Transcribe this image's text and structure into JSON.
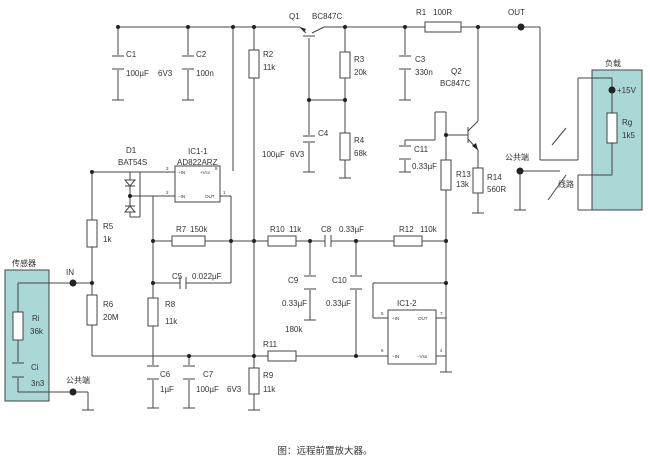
{
  "labels": {
    "q1": "Q1",
    "q1_type": "BC847C",
    "r1": "R1",
    "r1_val": "100R",
    "out": "OUT",
    "c1": "C1",
    "c1_val": "100µF",
    "c1_rating": "6V3",
    "c2": "C2",
    "c2_val": "100n",
    "r2": "R2",
    "r2_val": "11k",
    "r3": "R3",
    "r3_val": "20k",
    "c3": "C3",
    "c3_val": "330n",
    "q2": "Q2",
    "q2_type": "BC847C",
    "load_title": "负载",
    "supply": "+15V",
    "rg": "Rg",
    "rg_val": "1k5",
    "d1": "D1",
    "d1_type": "BAT54S",
    "ic1": "IC1-1",
    "ic1_type": "AD822ARZ",
    "c4": "C4",
    "c4_val": "100µF",
    "c4_rating": "6V3",
    "r4": "R4",
    "r4_val": "68k",
    "c11": "C11",
    "c11_val": "0.33µF",
    "r13": "R13",
    "r13_val": "13k",
    "r14": "R14",
    "r14_val": "560R",
    "common_right": "公共端",
    "line": "线路",
    "r5": "R5",
    "r5_val": "1k",
    "r7": "R7",
    "r7_val": "150k",
    "r10": "R10",
    "r10_val": "11k",
    "c8": "C8",
    "c8_val": "0.33µF",
    "r12": "R12",
    "r12_val": "110k",
    "sensor_title": "传感器",
    "in": "IN",
    "c5": "C5",
    "c5_val": "0.022µF",
    "r6": "R6",
    "r6_val": "20M",
    "ri": "Ri",
    "ri_val": "36k",
    "c9": "C9",
    "c9_val": "0.33µF",
    "c10": "C10",
    "c10_val": "0.33µF",
    "ic2": "IC1-2",
    "r8": "R8",
    "r8_val": "11k",
    "r11_val": "180k",
    "r11": "R11",
    "ci": "Ci",
    "ci_val": "3n3",
    "common_left": "公共端",
    "c6": "C6",
    "c6_val": "1µF",
    "c7": "C7",
    "c7_val": "100µF",
    "c7_rating": "6V3",
    "r9": "R9",
    "r9_val": "11k",
    "pin_in_plus": "+IN",
    "pin_in_minus": "−IN",
    "pin_vcc": "+Vcc",
    "pin_vss": "−Vss",
    "pin_out": "OUT",
    "pin_3": "3",
    "pin_2": "2",
    "pin_8": "8",
    "pin_1": "1",
    "pin_5": "5",
    "pin_6": "6",
    "pin_7": "7",
    "pin_4": "4"
  },
  "caption": "图：远程前置放大器。"
}
